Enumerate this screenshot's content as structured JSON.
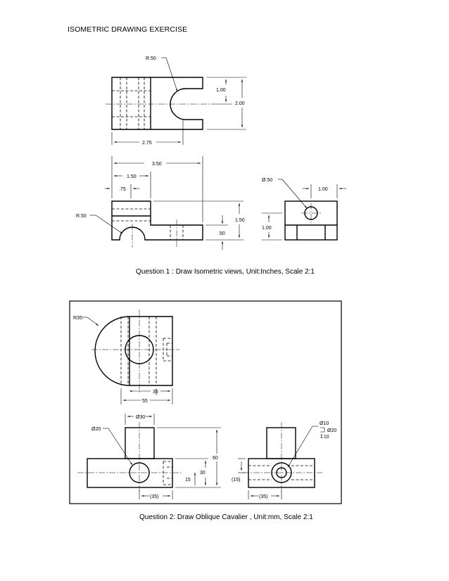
{
  "page": {
    "header": "ISOMETRIC DRAWING EXERCISE",
    "question1_caption": "Question 1 :  Draw Isometric views, Unit:Inches, Scale 2:1",
    "question2_caption": "Question 2: Draw Oblique Cavalier , Unit:mm, Scale 2:1"
  },
  "q1": {
    "r_top": "R.50",
    "dim_100_top": "1.00",
    "dim_200": "2.00",
    "dim_275": "2.75",
    "dim_350": "3.50",
    "dim_150_h": "1.50",
    "dim_75": ".75",
    "r_front": "R.50",
    "dim_150_v": "1.50",
    "dim_50": ".50",
    "dia_side": "Ø.50",
    "dim_100_side_h": "1.00",
    "dim_100_side_v": "1.00"
  },
  "q2": {
    "r35": "R35",
    "dim_35": "35",
    "dim_55": "55",
    "dia_30": "Ø30",
    "dia_20": "Ø20",
    "dim_60": "60",
    "dim_30": "30",
    "dim_15": "15",
    "dim_35p": "(35)",
    "dim_15p": "(15)",
    "dim_35p_side": "(35)",
    "cb_dia10": "Ø10",
    "cb_dia20": "Ø20",
    "cb_depth": "↧10"
  }
}
